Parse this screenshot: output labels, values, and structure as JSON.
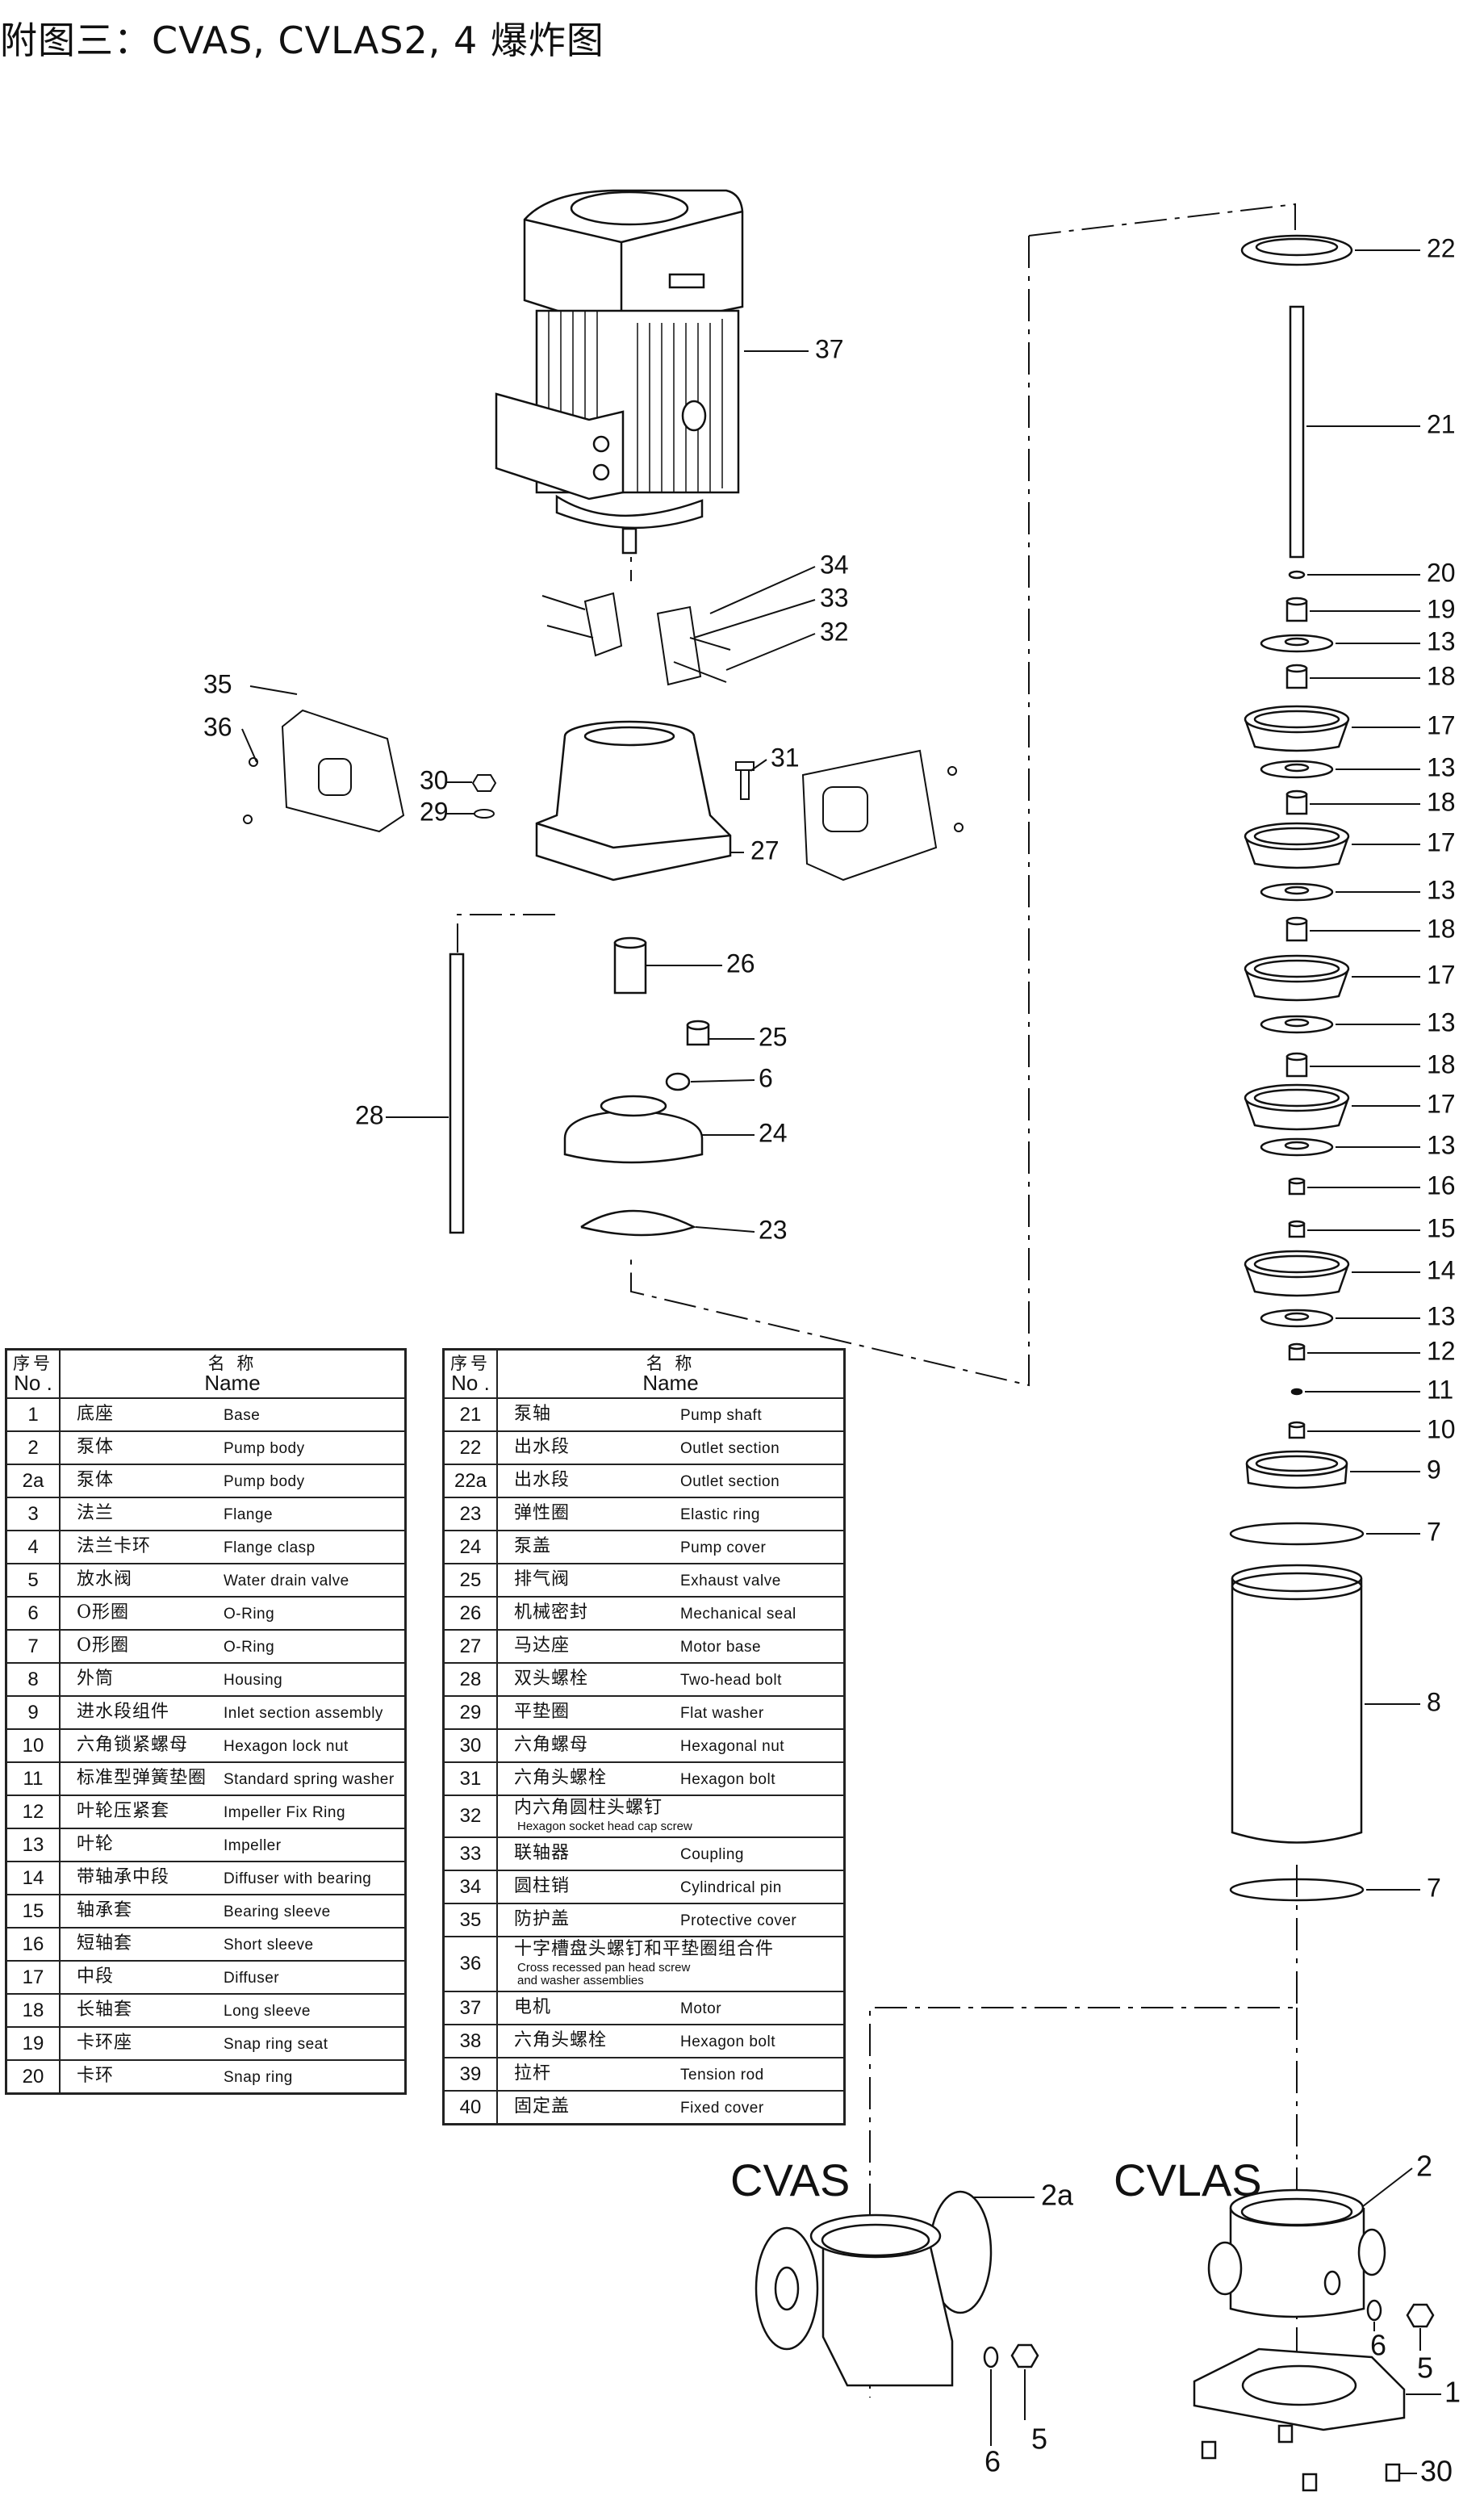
{
  "title": "附图三：CVAS, CVLAS2, 4 爆炸图",
  "table_header": {
    "no_cn": "序号",
    "no_en": "No .",
    "name_cn": "名 称",
    "name_en": "Name"
  },
  "table_left": [
    {
      "no": "1",
      "cn": "底座",
      "en": "Base"
    },
    {
      "no": "2",
      "cn": "泵体",
      "en": "Pump body"
    },
    {
      "no": "2a",
      "cn": "泵体",
      "en": "Pump body"
    },
    {
      "no": "3",
      "cn": "法兰",
      "en": "Flange"
    },
    {
      "no": "4",
      "cn": "法兰卡环",
      "en": "Flange clasp"
    },
    {
      "no": "5",
      "cn": "放水阀",
      "en": "Water drain valve"
    },
    {
      "no": "6",
      "cn": "O形圈",
      "en": "O-Ring"
    },
    {
      "no": "7",
      "cn": "O形圈",
      "en": "O-Ring"
    },
    {
      "no": "8",
      "cn": "外筒",
      "en": "Housing"
    },
    {
      "no": "9",
      "cn": "进水段组件",
      "en": "Inlet section assembly"
    },
    {
      "no": "10",
      "cn": "六角锁紧螺母",
      "en": "Hexagon lock nut"
    },
    {
      "no": "11",
      "cn": "标准型弹簧垫圈",
      "en": "Standard spring washer"
    },
    {
      "no": "12",
      "cn": "叶轮压紧套",
      "en": "Impeller Fix Ring"
    },
    {
      "no": "13",
      "cn": "叶轮",
      "en": "Impeller"
    },
    {
      "no": "14",
      "cn": "带轴承中段",
      "en": "Diffuser with bearing"
    },
    {
      "no": "15",
      "cn": "轴承套",
      "en": "Bearing sleeve"
    },
    {
      "no": "16",
      "cn": "短轴套",
      "en": "Short sleeve"
    },
    {
      "no": "17",
      "cn": "中段",
      "en": "Diffuser"
    },
    {
      "no": "18",
      "cn": "长轴套",
      "en": "Long sleeve"
    },
    {
      "no": "19",
      "cn": "卡环座",
      "en": "Snap ring seat"
    },
    {
      "no": "20",
      "cn": "卡环",
      "en": "Snap ring"
    }
  ],
  "table_right": [
    {
      "no": "21",
      "cn": "泵轴",
      "en": "Pump shaft"
    },
    {
      "no": "22",
      "cn": "出水段",
      "en": "Outlet section"
    },
    {
      "no": "22a",
      "cn": "出水段",
      "en": "Outlet section"
    },
    {
      "no": "23",
      "cn": "弹性圈",
      "en": "Elastic ring"
    },
    {
      "no": "24",
      "cn": "泵盖",
      "en": "Pump cover"
    },
    {
      "no": "25",
      "cn": "排气阀",
      "en": "Exhaust valve"
    },
    {
      "no": "26",
      "cn": "机械密封",
      "en": "Mechanical seal"
    },
    {
      "no": "27",
      "cn": "马达座",
      "en": "Motor base"
    },
    {
      "no": "28",
      "cn": "双头螺栓",
      "en": "Two-head bolt"
    },
    {
      "no": "29",
      "cn": "平垫圈",
      "en": "Flat washer"
    },
    {
      "no": "30",
      "cn": "六角螺母",
      "en": "Hexagonal nut"
    },
    {
      "no": "31",
      "cn": "六角头螺栓",
      "en": "Hexagon bolt"
    },
    {
      "no": "32",
      "cn": "内六角圆柱头螺钉",
      "en": "Hexagon socket head cap screw",
      "small": true
    },
    {
      "no": "33",
      "cn": "联轴器",
      "en": "Coupling"
    },
    {
      "no": "34",
      "cn": "圆柱销",
      "en": "Cylindrical pin"
    },
    {
      "no": "35",
      "cn": "防护盖",
      "en": "Protective cover"
    },
    {
      "no": "36",
      "cn": "十字槽盘头螺钉和平垫圈组合件",
      "en": "Cross recessed pan head screw and washer assemblies",
      "en_line1": "Cross recessed pan head screw",
      "en_line2": "and washer assemblies",
      "small": true
    },
    {
      "no": "37",
      "cn": "电机",
      "en": "Motor"
    },
    {
      "no": "38",
      "cn": "六角头螺栓",
      "en": "Hexagon bolt"
    },
    {
      "no": "39",
      "cn": "拉杆",
      "en": "Tension rod"
    },
    {
      "no": "40",
      "cn": "固定盖",
      "en": "Fixed cover"
    }
  ],
  "stack_callouts": [
    "22",
    "21",
    "20",
    "19",
    "13",
    "18",
    "17",
    "13",
    "18",
    "17",
    "13",
    "18",
    "17",
    "13",
    "18",
    "17",
    "13",
    "16",
    "15",
    "14",
    "13",
    "12",
    "11",
    "10",
    "9",
    "7",
    "8",
    "7"
  ],
  "upper_callouts": [
    "37",
    "34",
    "33",
    "32",
    "35",
    "36",
    "30",
    "29",
    "31",
    "27",
    "26",
    "25",
    "6",
    "24",
    "23",
    "28"
  ],
  "variant_cvas": {
    "label": "CVAS",
    "callouts": [
      "2a",
      "6",
      "5"
    ]
  },
  "variant_cvlas": {
    "label": "CVLAS",
    "callouts": [
      "2",
      "6",
      "5",
      "1",
      "30"
    ]
  },
  "colors": {
    "line": "#111111",
    "background": "#ffffff"
  }
}
